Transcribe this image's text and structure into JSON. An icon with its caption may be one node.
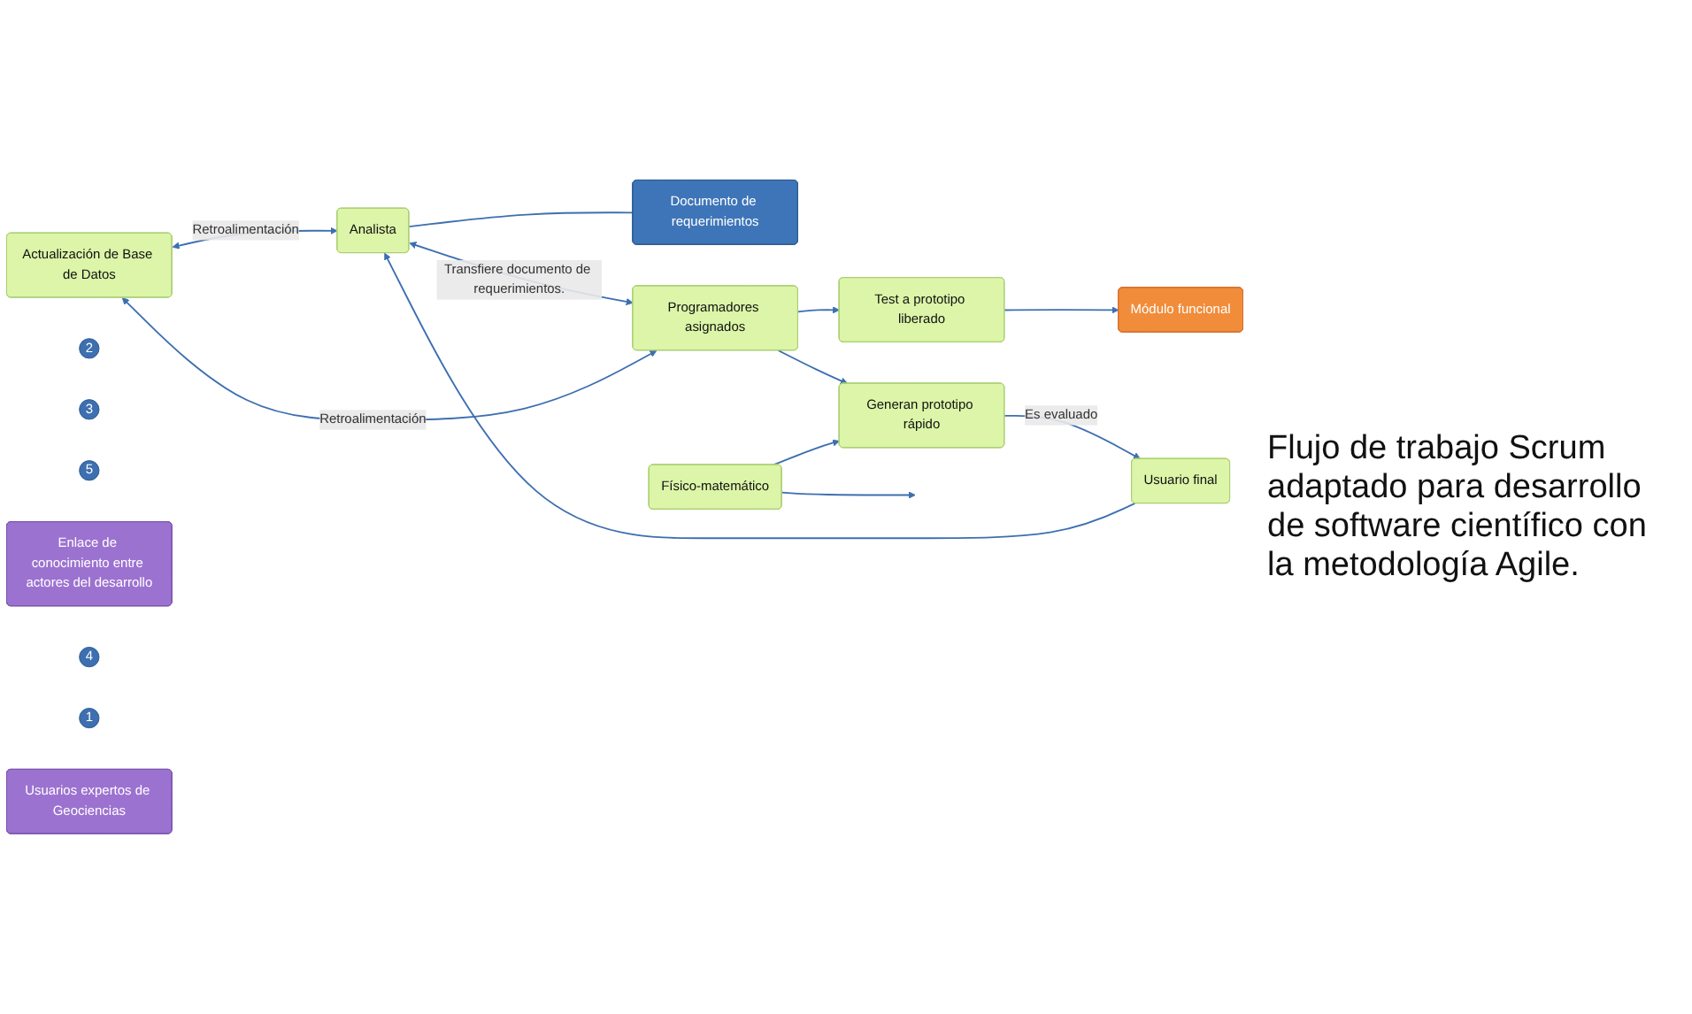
{
  "diagram": {
    "caption": "Flujo de trabajo Scrum adaptado para desarrollo de software científico con la metodología Agile.",
    "nodes": [
      {
        "text": [
          "Documento de requerimientos"
        ]
      },
      {
        "text": [
          "Actualización de Base de Datos"
        ]
      },
      {
        "text": [
          "2"
        ]
      },
      {
        "text": [
          "Analista"
        ]
      },
      {
        "text": [
          "3"
        ]
      },
      {
        "text": [
          "Programadores asignados"
        ]
      },
      {
        "text": [
          "5"
        ]
      },
      {
        "text": [
          "Test a prototipo liberado"
        ]
      },
      {
        "text": [
          "Módulo funcional"
        ]
      },
      {
        "text": [
          "Enlace de conocimiento entre actores del desarrollo"
        ]
      },
      {
        "text": [
          "Físico-matemático"
        ]
      },
      {
        "text": [
          "4"
        ]
      },
      {
        "text": [
          "Generan prototipo rápido"
        ]
      },
      {
        "text": [
          "1"
        ]
      },
      {
        "text": [
          "Usuario final"
        ]
      },
      {
        "text": [
          "Usuarios expertos de Geociencias"
        ]
      }
    ],
    "edges": [
      {
        "from": 3,
        "to": 0,
        "arrow": "none"
      },
      {
        "from": 1,
        "to": 3,
        "arrow": "both",
        "label": "Retroalimentación"
      },
      {
        "from": 5,
        "to": 1,
        "arrow": "both",
        "label": "Retroalimentación"
      },
      {
        "from": 3,
        "to": 5,
        "arrow": "both",
        "label": "Transfiere documento de requerimientos."
      },
      {
        "from": 5,
        "to": 7,
        "arrow": "to"
      },
      {
        "from": 7,
        "to": 8,
        "arrow": "to"
      },
      {
        "from": 5,
        "to": 12,
        "arrow": "to"
      },
      {
        "from": 10,
        "to": null,
        "arrow": "to"
      },
      {
        "from": 10,
        "to": 12,
        "arrow": "to"
      },
      {
        "from": 14,
        "to": 3,
        "arrow": "to"
      },
      {
        "from": 12,
        "to": 14,
        "arrow": "to",
        "label": "Es evaluado"
      }
    ]
  }
}
